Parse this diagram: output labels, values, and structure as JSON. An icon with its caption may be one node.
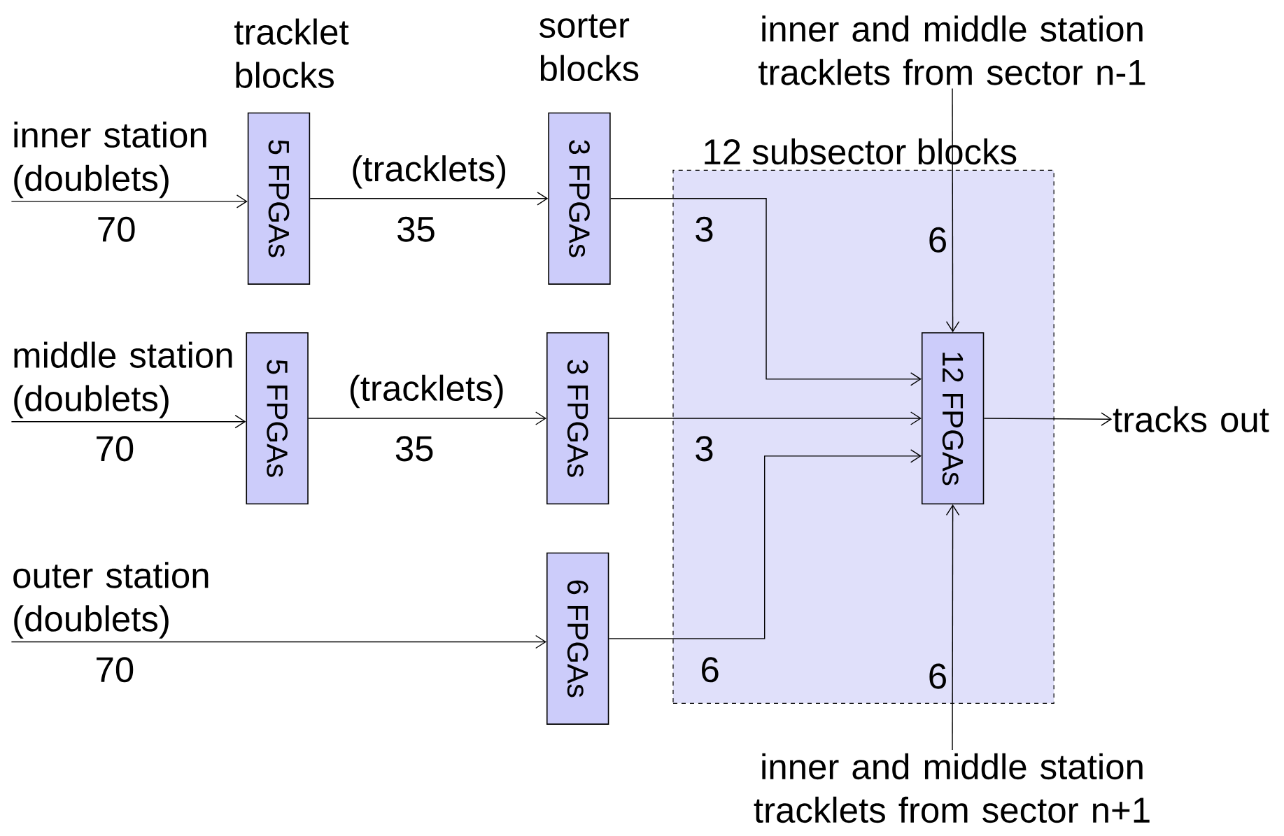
{
  "diagram": {
    "nodes": [
      {
        "text": [
          "inner station (doublets)"
        ]
      },
      {
        "text": [
          "5 FPGAs"
        ]
      },
      {
        "text": [
          "3 FPGAs"
        ]
      },
      {
        "text": [
          "middle station (doublets)"
        ]
      },
      {
        "text": [
          "5 FPGAs"
        ]
      },
      {
        "text": [
          "3 FPGAs"
        ]
      },
      {
        "text": [
          "outer station (doublets)"
        ]
      },
      {
        "text": [
          "6 FPGAs"
        ]
      },
      {
        "text": [
          "12 subsector blocks"
        ]
      },
      {
        "text": [
          "12 FPGAs"
        ],
        "in": 8
      },
      {
        "text": [
          "inner and middle station tracklets from sector n-1"
        ]
      },
      {
        "text": [
          "inner and middle station tracklets from sector n+1"
        ]
      },
      {
        "text": [
          "tracks out"
        ]
      }
    ],
    "edges": [
      {
        "from": 0,
        "to": 1,
        "arrow": "to",
        "label": "70"
      },
      {
        "from": 1,
        "to": 2,
        "arrow": "to",
        "label": "35"
      },
      {
        "from": 3,
        "to": 4,
        "arrow": "to",
        "label": "70"
      },
      {
        "from": 4,
        "to": 5,
        "arrow": "to",
        "label": "35"
      },
      {
        "from": 6,
        "to": 7,
        "arrow": "to",
        "label": "70"
      },
      {
        "from": 2,
        "to": 9,
        "arrow": "to",
        "label": "3"
      },
      {
        "from": 5,
        "to": 9,
        "arrow": "to",
        "label": "3"
      },
      {
        "from": 7,
        "to": 9,
        "arrow": "to",
        "label": "6"
      },
      {
        "from": 10,
        "to": 9,
        "arrow": "to",
        "label": "6"
      },
      {
        "from": 11,
        "to": 9,
        "arrow": "to",
        "label": "6"
      },
      {
        "from": 9,
        "to": 12,
        "arrow": "to"
      }
    ],
    "labels": [
      "tracklet blocks",
      "sorter blocks",
      "(tracklets)",
      "(tracklets)"
    ]
  }
}
